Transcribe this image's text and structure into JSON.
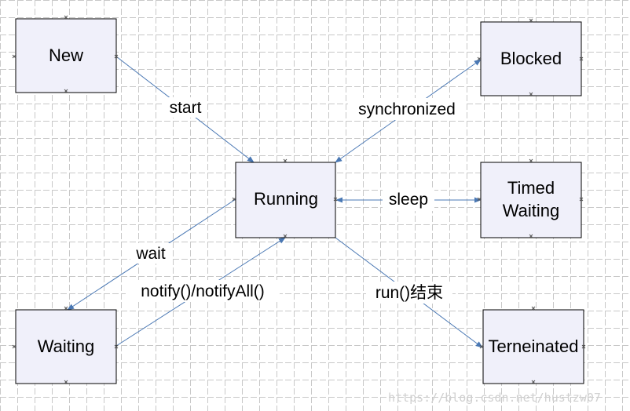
{
  "states": {
    "new": "New",
    "blocked": "Blocked",
    "running": "Running",
    "timed_waiting_line1": "Timed",
    "timed_waiting_line2": "Waiting",
    "waiting": "Waiting",
    "terminated": "Terneinated"
  },
  "transitions": {
    "start": "start",
    "synchronized": "synchronized",
    "sleep": "sleep",
    "wait": "wait",
    "notify": "notify()/notifyAll()",
    "run_end": "run()结束"
  },
  "watermark": "https://blog.csdn.net/hustzw07",
  "colors": {
    "box_fill": "#f0f0fa",
    "box_border": "#000000",
    "arrow": "#4a78b4"
  }
}
